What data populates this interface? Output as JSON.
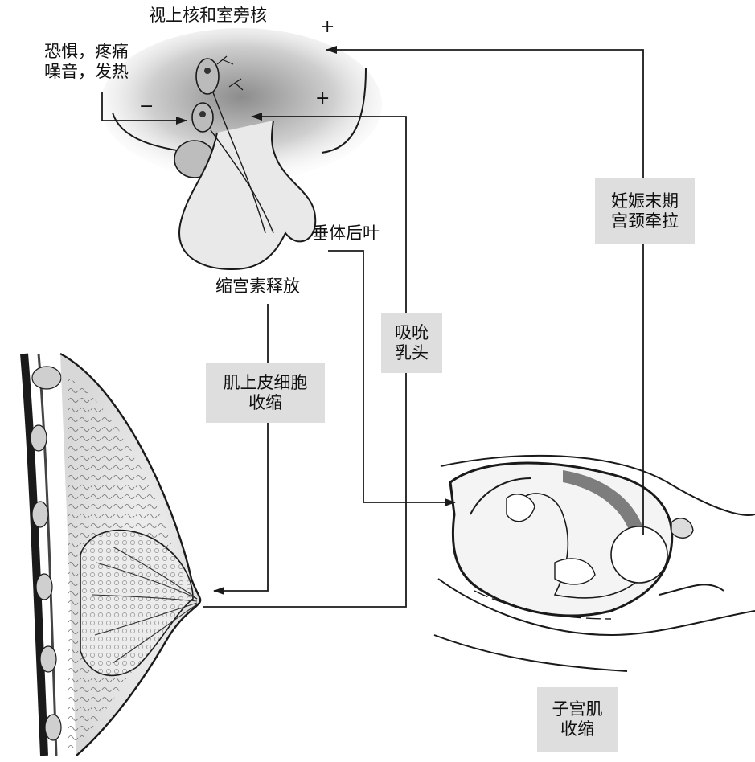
{
  "labels": {
    "hypothalamic_nuclei": "视上核和室旁核",
    "stimuli_line1": "恐惧，疼痛",
    "stimuli_line2": "噪音，发热",
    "posterior_pituitary": "垂体后叶",
    "oxytocin_release": "缩宫素释放"
  },
  "boxes": {
    "myoepithelial_line1": "肌上皮细胞",
    "myoepithelial_line2": "收缩",
    "suckling_line1": "吸吮",
    "suckling_line2": "乳头",
    "late_pregnancy_line1": "妊娠末期",
    "late_pregnancy_line2": "宫颈牵拉",
    "uterine_line1": "子宫肌",
    "uterine_line2": "收缩"
  },
  "signs": {
    "plus_top": "+",
    "plus_mid": "+",
    "minus": "−"
  },
  "colors": {
    "line": "#1a1a1a",
    "box_fill": "#dedede",
    "shade": "#9a9a9a"
  }
}
